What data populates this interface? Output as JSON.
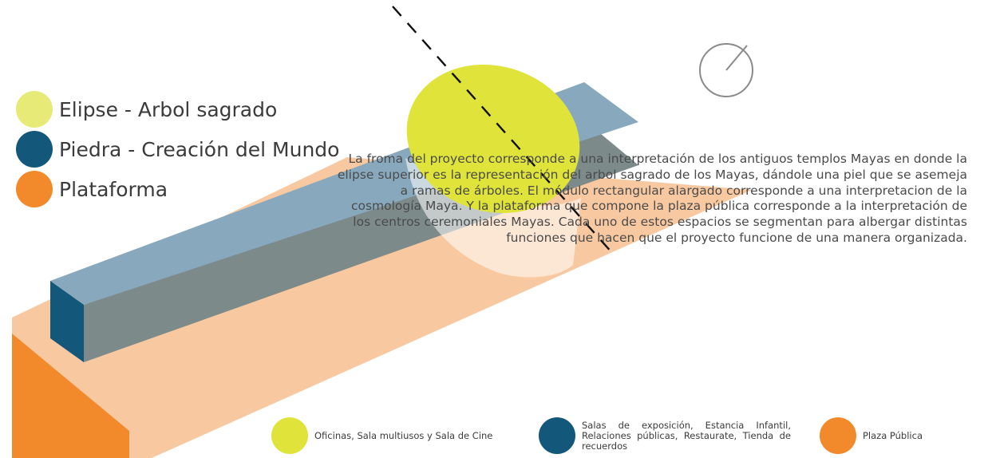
{
  "colors": {
    "arbol": "#dfe33a",
    "arbol_light": "#e8ea78",
    "piedra": "#13587a",
    "piedra_top": "#88a9bd",
    "piedra_side": "#7c8a8a",
    "plataforma": "#f28a2b",
    "plataforma_top": "#f8c9a0",
    "compass": "#8a8a8a",
    "axis": "#111111"
  },
  "legend_top": [
    {
      "label": "Elipse - Arbol sagrado",
      "color": "#e8ea78",
      "icon": "light-yellow-circle"
    },
    {
      "label": "Piedra - Creación del Mundo",
      "color": "#13587a",
      "icon": "dark-blue-circle"
    },
    {
      "label": "Plataforma",
      "color": "#f28a2b",
      "icon": "orange-circle"
    }
  ],
  "description": "La froma del proyecto corresponde a una interpretación de los antiguos templos Mayas en donde la elipse superior es la representación del arbol sagrado de los Mayas, dándole una piel que se asemeja a ramas de árboles. El módulo rectangular alargado corresponde a una interpretacion de la cosmología Maya. Y la plataforma que compone la plaza pública corresponde a la interpretación de los centros ceremoniales Mayas. Cada uno de estos espacios se segmentan para albergar distintas funciones que hacen que el proyecto funcione de una manera organizada.",
  "legend_bottom": [
    {
      "label": "Oficinas, Sala multiusos y Sala de Cine",
      "color": "#dfe33a",
      "icon": "yellow-circle"
    },
    {
      "label": "Salas de exposición, Estancia Infantil, Relaciones públicas, Restaurate, Tienda de recuerdos",
      "color": "#13587a",
      "icon": "dark-blue-circle"
    },
    {
      "label": "Plaza Pública",
      "color": "#f28a2b",
      "icon": "orange-circle"
    }
  ]
}
